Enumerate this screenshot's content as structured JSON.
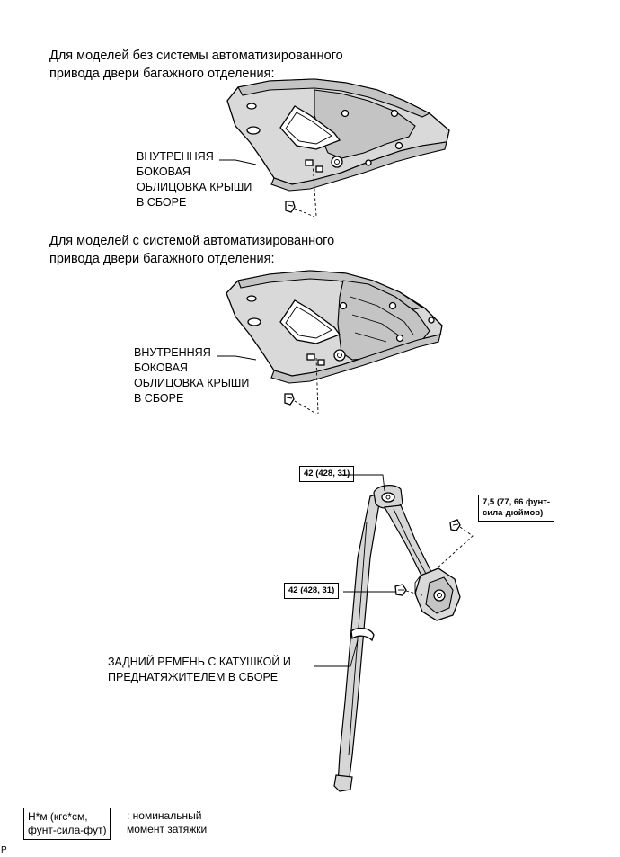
{
  "section_1": {
    "caption_line1": "Для моделей без системы автоматизированного",
    "caption_line2": "привода двери багажного отделения:",
    "part_label": [
      "ВНУТРЕННЯЯ",
      "БОКОВАЯ",
      "ОБЛИЦОВКА КРЫШИ",
      "В СБОРЕ"
    ]
  },
  "section_2": {
    "caption_line1": "Для моделей с системой автоматизированного",
    "caption_line2": "привода двери багажного отделения:",
    "part_label": [
      "ВНУТРЕННЯЯ",
      "БОКОВАЯ",
      "ОБЛИЦОВКА КРЫШИ",
      "В СБОРЕ"
    ]
  },
  "section_3": {
    "torque_top": "42 (428, 31)",
    "torque_middle": "42 (428, 31)",
    "torque_small": [
      "7,5 (77, 66 фунт-",
      "сила-дюймов)"
    ],
    "part_label": [
      "ЗАДНИЙ РЕМЕНЬ С КАТУШКОЙ И",
      "ПРЕДНАТЯЖИТЕЛЕМ В СБОРЕ"
    ]
  },
  "legend": {
    "box_lines": [
      "Н*м (кгс*см,",
      "фунт-сила-фут)"
    ],
    "text_lines": [
      ": номинальный",
      "момент затяжки"
    ]
  },
  "corner_mark": "P",
  "icons": [
    "roof-side-trim-illustration",
    "roof-side-trim-power-door-illustration",
    "seat-belt-retractor-illustration",
    "bolt-icon",
    "clip-icon"
  ]
}
